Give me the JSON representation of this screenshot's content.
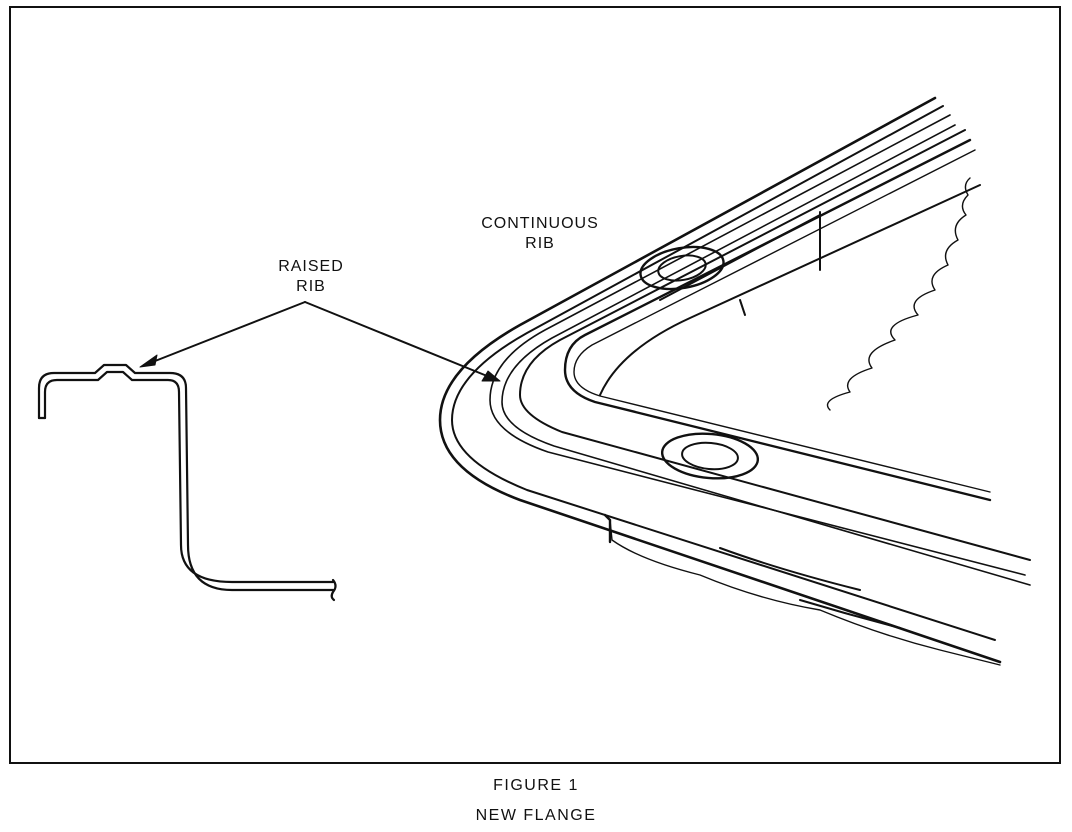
{
  "labels": {
    "continuous_rib_line1": "CONTINUOUS",
    "continuous_rib_line2": "RIB",
    "raised_rib_line1": "RAISED",
    "raised_rib_line2": "RIB"
  },
  "caption": {
    "figure": "FIGURE 1",
    "title": "NEW FLANGE"
  }
}
